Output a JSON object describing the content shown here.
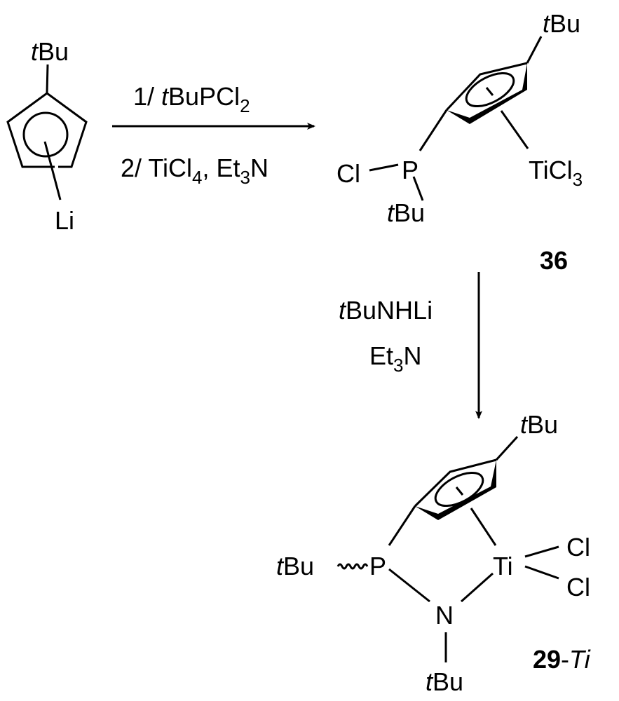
{
  "scheme": {
    "starting_material": {
      "substituent": {
        "prefix": "t",
        "main": "Bu"
      },
      "metal": "Li"
    },
    "step1": {
      "reagent_line1": {
        "num": "1/ ",
        "prefix": "t",
        "main": "BuPCl",
        "sub": "2"
      },
      "reagent_line2": {
        "num": "2/ TiCl",
        "sub1": "4",
        "mid": ", Et",
        "sub2": "3",
        "end": "N"
      }
    },
    "compound_36": {
      "label": "36",
      "ring_substituent": {
        "prefix": "t",
        "main": "Bu"
      },
      "p_atom": "P",
      "cl_atom": "Cl",
      "p_substituent": {
        "prefix": "t",
        "main": "Bu"
      },
      "ti_group": {
        "main": "TiCl",
        "sub": "3"
      }
    },
    "step2": {
      "reagent_line1": {
        "prefix": "t",
        "main": "BuNHLi"
      },
      "reagent_line2": {
        "main": "Et",
        "sub": "3",
        "end": "N"
      }
    },
    "compound_29": {
      "label_num": "29",
      "label_suffix": "-",
      "label_metal": "Ti",
      "ring_substituent": {
        "prefix": "t",
        "main": "Bu"
      },
      "p_atom": "P",
      "p_substituent": {
        "prefix": "t",
        "main": "Bu"
      },
      "ti_atom": "Ti",
      "cl_top": "Cl",
      "cl_bottom": "Cl",
      "n_atom": "N",
      "n_substituent": {
        "prefix": "t",
        "main": "Bu"
      }
    }
  }
}
